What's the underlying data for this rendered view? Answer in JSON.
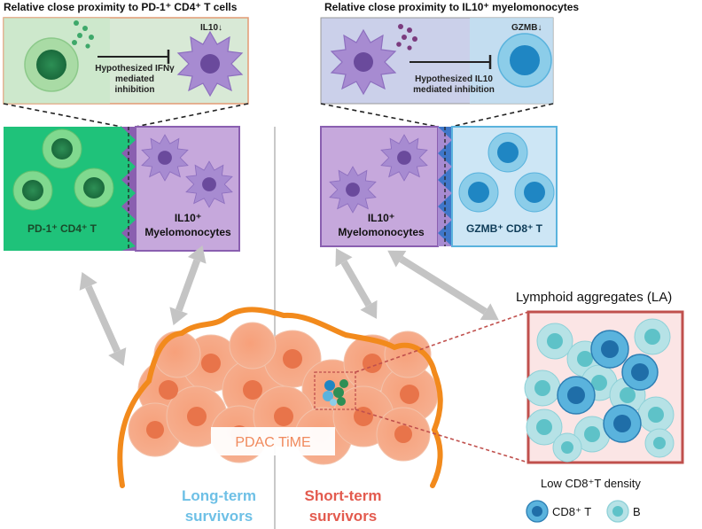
{
  "top_left_title": "Relative close proximity to PD-1⁺ CD4⁺ T cells",
  "top_right_title": "Relative close proximity to IL10⁺ myelomonocytes",
  "left_inset": {
    "il10_label": "IL10↓",
    "inhibition_lines": [
      "Hypothesized IFNγ",
      "mediated",
      "inhibition"
    ]
  },
  "right_inset": {
    "gzmb_label": "GZMB↓",
    "inhibition_lines": [
      "Hypothesized IL10",
      "mediated inhibition"
    ]
  },
  "left_panel": {
    "cell_label": "PD-1⁺ CD4⁺ T",
    "myelo_lines": [
      "IL10⁺",
      "Myelomonocytes"
    ]
  },
  "right_panel": {
    "myelo_lines": [
      "IL10⁺",
      "Myelomonocytes"
    ],
    "cell_label": "GZMB⁺ CD8⁺ T"
  },
  "tumor_label": "PDAC TiME",
  "long_term_lines": [
    "Long-term",
    "survivors"
  ],
  "short_term_lines": [
    "Short-term",
    "survivors"
  ],
  "la_title": "Lymphoid aggregates (LA)",
  "la_caption": "Low CD8⁺T density",
  "legend": {
    "cd8": "CD8⁺ T",
    "b": "B"
  },
  "colors": {
    "green_panel": "#1fc27a",
    "purple_panel": "#c6a8dc",
    "blue_panel": "#cde6f5",
    "tumor_orange": "#f08a5d",
    "outline_orange": "#f28a1c",
    "long_term": "#6ec0e6",
    "short_term": "#e35b4f",
    "la_border": "#c0504d"
  }
}
